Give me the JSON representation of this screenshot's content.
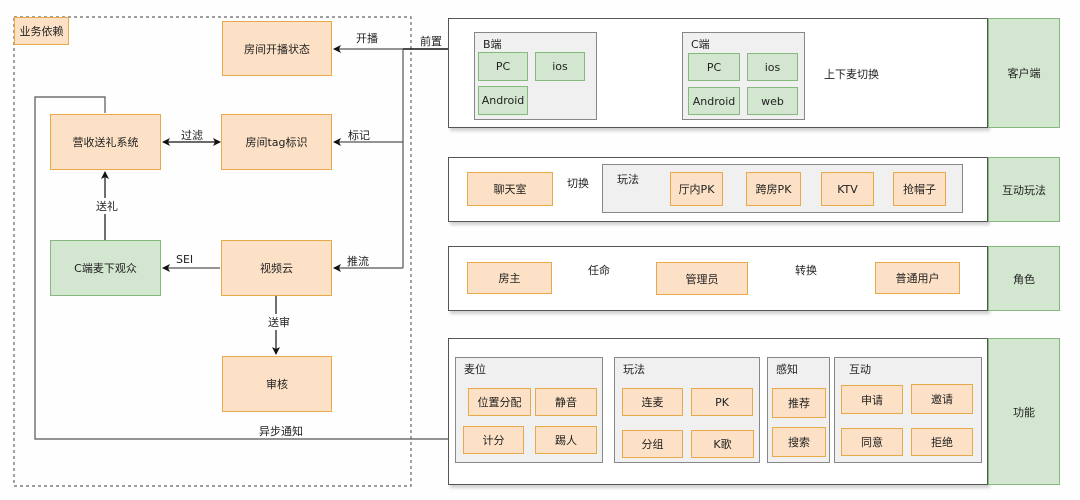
{
  "business": {
    "title": "业务依赖",
    "nodes": {
      "room_live_status": "房间开播状态",
      "revenue_gift": "营收送礼系统",
      "room_tag": "房间tag标识",
      "c_audience": "C端麦下观众",
      "video_cloud": "视频云",
      "review": "审核"
    },
    "edges": {
      "start_live": "开播",
      "precondition": "前置",
      "filter": "过滤",
      "mark": "标记",
      "send_gift": "送礼",
      "sei": "SEI",
      "push_stream": "推流",
      "send_review": "送审",
      "async_notify": "异步通知"
    }
  },
  "client": {
    "label": "客户端",
    "b_end": {
      "title": "B端",
      "items": [
        "PC",
        "ios",
        "Android"
      ]
    },
    "c_end": {
      "title": "C端",
      "items": [
        "PC",
        "ios",
        "Android",
        "web"
      ]
    },
    "switch_label": "上下麦切换"
  },
  "interaction": {
    "label": "互动玩法",
    "chatroom": "聊天室",
    "switch_label": "切换",
    "modes": {
      "title": "玩法",
      "items": [
        "厅内PK",
        "跨房PK",
        "KTV",
        "抢帽子"
      ]
    }
  },
  "roles": {
    "label": "角色",
    "owner": "房主",
    "admin": "管理员",
    "user": "普通用户",
    "appoint_label": "任命",
    "convert_label": "转换"
  },
  "features": {
    "label": "功能",
    "groups": [
      {
        "title": "麦位",
        "items": [
          "位置分配",
          "静音",
          "计分",
          "踢人"
        ]
      },
      {
        "title": "玩法",
        "items": [
          "连麦",
          "PK",
          "分组",
          "K歌"
        ]
      },
      {
        "title": "感知",
        "items": [
          "推荐",
          "搜索"
        ]
      },
      {
        "title": "互动",
        "items": [
          "申请",
          "邀请",
          "同意",
          "拒绝"
        ]
      }
    ]
  }
}
